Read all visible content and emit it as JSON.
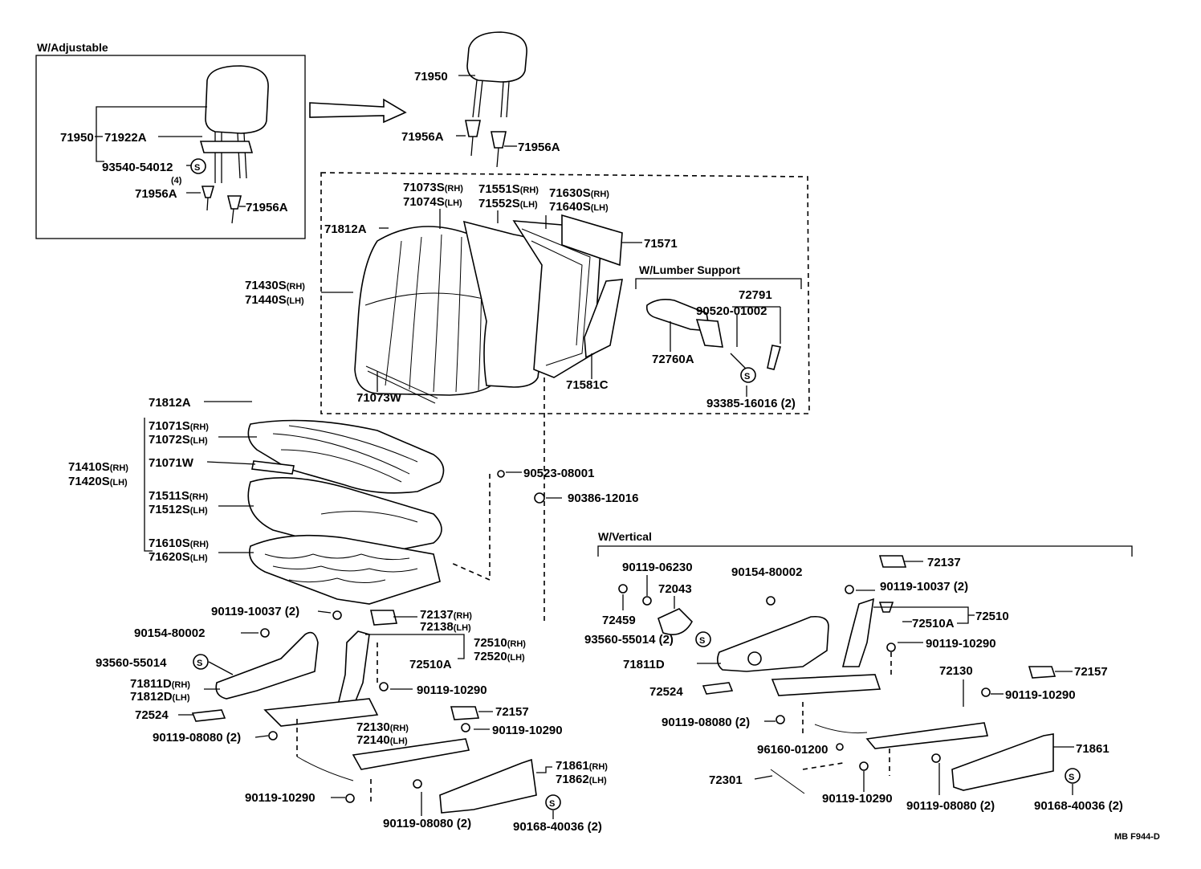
{
  "sections": {
    "adjustable": "W/Adjustable",
    "lumbar": "W/Lumber Support",
    "vertical": "W/Vertical"
  },
  "figure_code": "MB F944-D",
  "labels": {
    "l01": "71950",
    "l02": "71922A",
    "l03": "93540-54012",
    "l04": "(4)",
    "l05": "71956A",
    "l06": "71956A",
    "l07": "71950",
    "l08": "71956A",
    "l09": "71956A",
    "l10": "71073S",
    "l11": "71074S",
    "l12": "71551S",
    "l13": "71552S",
    "l14": "71630S",
    "l15": "71640S",
    "l16": "71812A",
    "l17": "71571",
    "l18": "71430S",
    "l19": "71440S",
    "l20": "72791",
    "l21": "90520-01002",
    "l22": "72760A",
    "l23": "71581C",
    "l24": "71073W",
    "l25": "93385-16016 (2)",
    "l26": "71812A",
    "l27": "71071S",
    "l28": "71072S",
    "l29": "71071W",
    "l30": "71410S",
    "l31": "71420S",
    "l32": "71511S",
    "l33": "71512S",
    "l34": "71610S",
    "l35": "71620S",
    "l36": "90523-08001",
    "l37": "90386-12016",
    "l38": "90119-10037 (2)",
    "l39": "72137",
    "l40": "72138",
    "l41": "90154-80002",
    "l42": "72510",
    "l43": "72520",
    "l44": "93560-55014",
    "l45": "72510A",
    "l46": "71811D",
    "l47": "71812D",
    "l48": "90119-10290",
    "l49": "72524",
    "l50": "72157",
    "l51": "90119-08080 (2)",
    "l52": "72130",
    "l53": "72140",
    "l54": "90119-10290",
    "l55": "71861",
    "l56": "71862",
    "l57": "90119-10290",
    "l58": "90119-08080 (2)",
    "l59": "90168-40036 (2)",
    "l60": "90119-06230",
    "l61": "72043",
    "l62": "72459",
    "l63": "90154-80002",
    "l64": "72137",
    "l65": "90119-10037 (2)",
    "l66": "72510A",
    "l67": "72510",
    "l68": "93560-55014 (2)",
    "l69": "90119-10290",
    "l70": "71811D",
    "l71": "72130",
    "l72": "72157",
    "l73": "72524",
    "l74": "90119-10290",
    "l75": "90119-08080 (2)",
    "l76": "96160-01200",
    "l77": "71861",
    "l78": "72301",
    "l79": "90119-10290",
    "l80": "90119-08080 (2)",
    "l81": "90168-40036 (2)"
  },
  "suffixes": {
    "rh": "(RH)",
    "lh": "(LH)"
  },
  "symbols": {
    "s": "S"
  },
  "icons": [
    "arrow-right-icon",
    "headrest-icon",
    "seatback-icon",
    "cushion-icon",
    "seat-track-icon",
    "bolt-icon"
  ]
}
